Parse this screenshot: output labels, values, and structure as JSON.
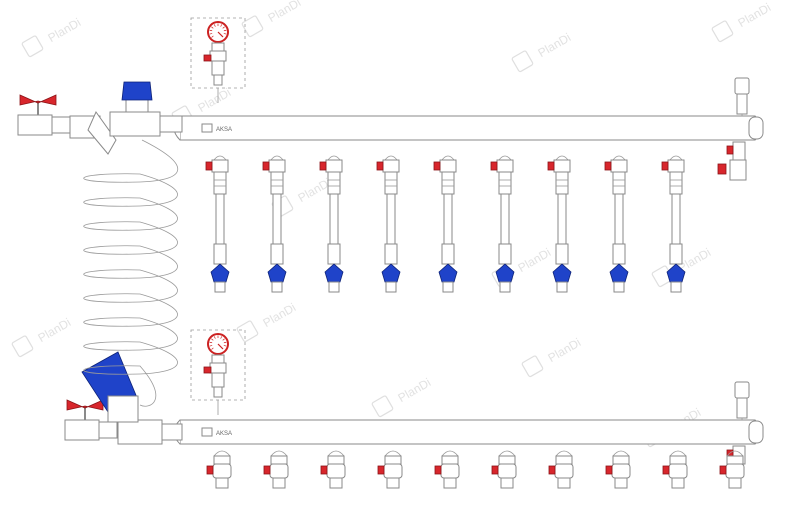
{
  "watermark": {
    "text": "PlanDi"
  },
  "manifold_brand": "AKSA",
  "colors": {
    "valve_handle": "#d8262c",
    "flow_meter": "#1f43c9",
    "outline": "#8a8a8a"
  },
  "supply_manifold": {
    "outlet_count": 9,
    "outlets_with_flow_meters": true
  },
  "return_manifold": {
    "outlet_count": 10,
    "outlets_with_flow_meters": false
  },
  "icons": [
    "pressure-gauge-icon",
    "ball-valve-icon",
    "balancing-valve-icon",
    "strainer-icon",
    "air-vent-icon"
  ]
}
